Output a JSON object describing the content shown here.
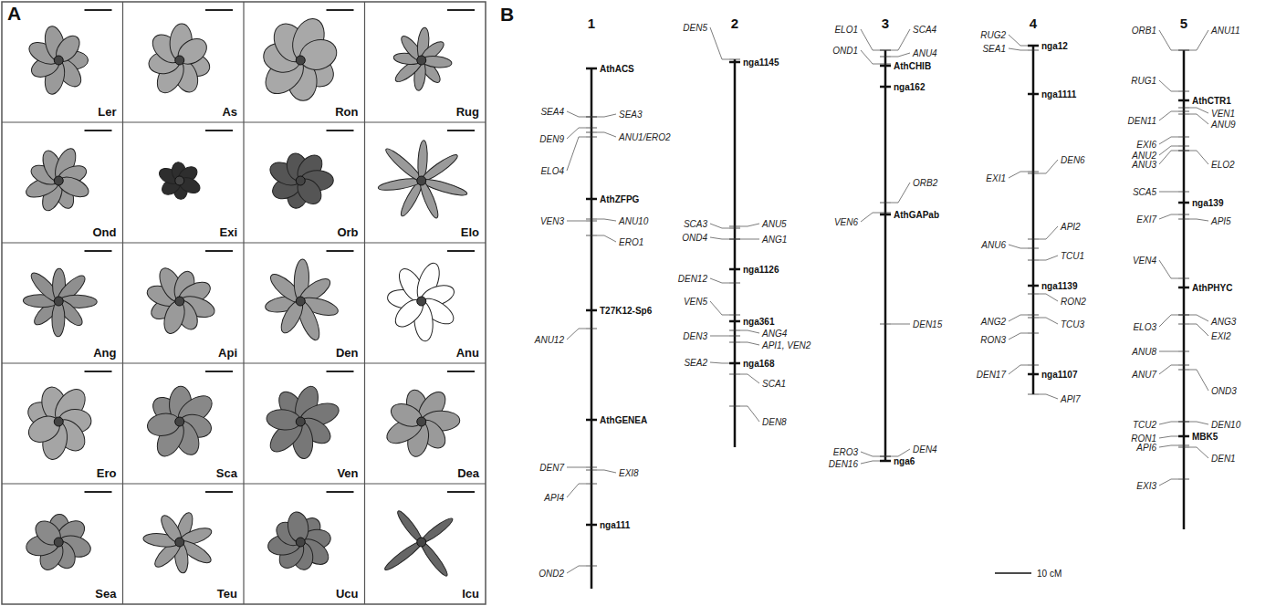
{
  "diagram": {
    "labels": [
      "A",
      "Ler",
      "As",
      "Ron",
      "Rug",
      "Ond",
      "Exi",
      "Orb",
      "Elo",
      "Ang",
      "Api",
      "Den",
      "Anu",
      "Ero",
      "Sca",
      "Ven",
      "Dea",
      "Sea",
      "Teu",
      "Ucu",
      "Icu",
      "B",
      "1",
      "AthACS",
      "SEA4",
      "SEA3",
      "DEN9",
      "ANU1/ERO2",
      "ELO4",
      "AthZFPG",
      "VEN3",
      "ANU10",
      "ERO1",
      "T27K12-Sp6",
      "ANU12",
      "AthGENEA",
      "DEN7",
      "EXI8",
      "API4",
      "nga111",
      "OND2",
      "2",
      "DEN5",
      "nga1145",
      "SCA3",
      "ANU5",
      "OND4",
      "ANG1",
      "nga1126",
      "DEN12",
      "VEN5",
      "nga361",
      "DEN3",
      "ANG4",
      "API1, VEN2",
      "SEA2",
      "nga168",
      "SCA1",
      "DEN8",
      "3",
      "ELO1",
      "SCA4",
      "OND1",
      "ANU4",
      "AthCHIB",
      "nga162",
      "ORB2",
      "VEN6",
      "AthGAPab",
      "DEN15",
      "ERO3",
      "DEN16",
      "DEN4",
      "nga6",
      "4",
      "RUG2",
      "nga12",
      "SEA1",
      "nga1111",
      "DEN6",
      "EXI1",
      "API2",
      "ANU6",
      "TCU1",
      "nga1139",
      "RON2",
      "ANG2",
      "TCU3",
      "RON3",
      "DEN17",
      "nga1107",
      "API7",
      "5",
      "ORB1",
      "ANU11",
      "RUG1",
      "AthCTR1",
      "DEN11",
      "VEN1",
      "ANU9",
      "EXI6",
      "ANU2",
      "ANU3",
      "ELO2",
      "SCA5",
      "nga139",
      "EXI7",
      "API5",
      "VEN4",
      "AthPHYC",
      "ELO3",
      "ANG3",
      "EXI2",
      "ANU8",
      "ANU7",
      "OND3",
      "TCU2",
      "DEN10",
      "RON1",
      "MBK5",
      "API6",
      "DEN1",
      "EXI3",
      "10 cM"
    ]
  }
}
